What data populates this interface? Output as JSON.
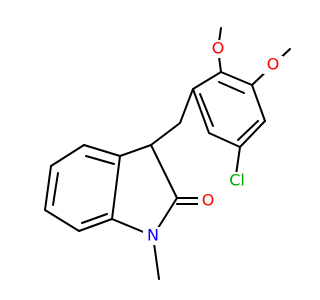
{
  "molecule": {
    "atom_labels": {
      "o_methoxy_1": "O",
      "o_methoxy_2": "O",
      "cl": "Cl",
      "o_carbonyl": "O",
      "n": "N"
    },
    "colors": {
      "bond": "#000000",
      "oxygen": "#ff0000",
      "chlorine": "#00aa00",
      "nitrogen": "#0000ff"
    }
  }
}
